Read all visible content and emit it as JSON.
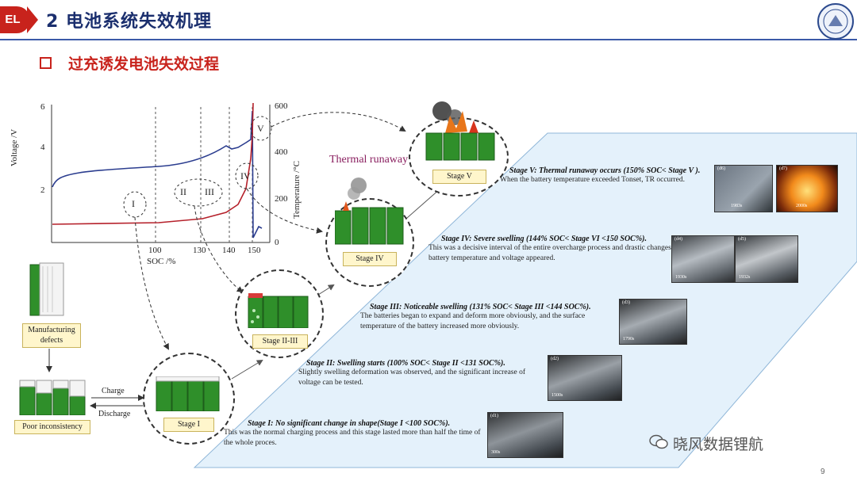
{
  "header": {
    "badge": "EL",
    "title": "2 电池系统失效机理",
    "subtitle": "过充诱发电池失效过程",
    "logo_icon": "university-seal-icon"
  },
  "chart": {
    "y_left_label": "Voltage /V",
    "y_right_label": "Temperature /°C",
    "x_label": "SOC /%",
    "y_left_ticks": [
      "6",
      "4",
      "2"
    ],
    "y_right_ticks": [
      "600",
      "400",
      "200",
      "0"
    ],
    "x_ticks": [
      "100",
      "130",
      "140",
      "150"
    ],
    "regions": [
      "I",
      "II",
      "III",
      "IV",
      "V"
    ],
    "voltage_color": "#2b3d8f",
    "temperature_color": "#b5202a"
  },
  "labels": {
    "thermal_runaway": "Thermal runaway",
    "manufacturing_defects": "Manufacturing defects",
    "poor_inconsistency": "Poor inconsistency",
    "charge": "Charge",
    "discharge": "Discharge",
    "stage1": "Stage I",
    "stage23": "Stage II-III",
    "stage4": "Stage IV",
    "stage5": "Stage V"
  },
  "stages": [
    {
      "heading": "Stage V: Thermal runaway occurs (150% SOC< Stage V ).",
      "desc": "When the battery temperature exceeded  Tonset, TR occurred.",
      "photos": [
        {
          "tag": "(d6)",
          "time": "1983s"
        },
        {
          "tag": "(d7)",
          "time": "2000s"
        }
      ]
    },
    {
      "heading": "Stage IV: Severe swelling (144% SOC< Stage VI <150 SOC%).",
      "desc": "This was a decisive interval of the entire overcharge process and drastic changes in battery temperature and voltage appeared.",
      "photos": [
        {
          "tag": "(d4)",
          "time": "1930s"
        },
        {
          "tag": "(d5)",
          "time": "1932s"
        }
      ]
    },
    {
      "heading": "Stage III: Noticeable swelling (131% SOC< Stage III <144 SOC%).",
      "desc": "The batteries began to expand and deform more obviously, and the surface temperature of the battery increased more obviously.",
      "photos": [
        {
          "tag": "(d3)",
          "time": "1790s"
        }
      ]
    },
    {
      "heading": "Stage II: Swelling starts (100% SOC< Stage II <131 SOC%).",
      "desc": "Slightly swelling deformation was observed, and the significant increase of voltage can be tested.",
      "photos": [
        {
          "tag": "(d2)",
          "time": "1500s"
        }
      ]
    },
    {
      "heading": "Stage I: No significant change in shape(Stage I <100 SOC%).",
      "desc": "This was the normal charging process and this stage lasted more than half the time of the whole proces.",
      "photos": [
        {
          "tag": "(d1)",
          "time": "300s"
        }
      ]
    }
  ],
  "watermark": "晓风数据锂航",
  "page_number": "9"
}
